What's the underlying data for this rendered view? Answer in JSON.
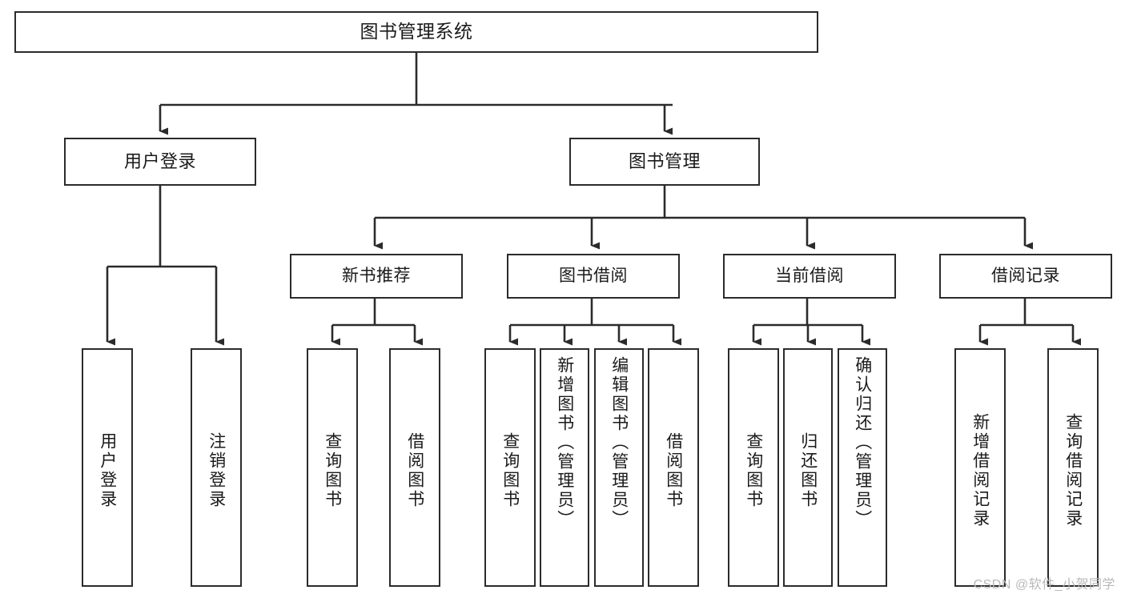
{
  "diagram": {
    "title": "图书管理系统",
    "type": "tree-hierarchy",
    "watermark": "CSDN @软件_小贺同学",
    "colors": {
      "background": "#ffffff",
      "box_border": "#2b2b2b",
      "box_fill": "#ffffff",
      "text": "#1a1a1a",
      "edge": "#2b2b2b",
      "watermark": "#b9b9b9"
    },
    "root": {
      "label": "图书管理系统",
      "orientation": "horizontal"
    },
    "level1": [
      {
        "label": "用户登录",
        "orientation": "horizontal"
      },
      {
        "label": "图书管理",
        "orientation": "horizontal"
      }
    ],
    "level2": [
      {
        "label": "新书推荐",
        "orientation": "horizontal",
        "parent": "图书管理"
      },
      {
        "label": "图书借阅",
        "orientation": "horizontal",
        "parent": "图书管理"
      },
      {
        "label": "当前借阅",
        "orientation": "horizontal",
        "parent": "图书管理"
      },
      {
        "label": "借阅记录",
        "orientation": "horizontal",
        "parent": "图书管理"
      }
    ],
    "leaves": [
      {
        "label": "用户登录",
        "orientation": "vertical",
        "parent": "用户登录"
      },
      {
        "label": "注销登录",
        "orientation": "vertical",
        "parent": "用户登录"
      },
      {
        "label": "查询图书",
        "orientation": "vertical",
        "parent": "新书推荐"
      },
      {
        "label": "借阅图书",
        "orientation": "vertical",
        "parent": "新书推荐"
      },
      {
        "label": "查询图书",
        "orientation": "vertical",
        "parent": "图书借阅"
      },
      {
        "label": "新增图书（管理员）",
        "orientation": "vertical",
        "parent": "图书借阅"
      },
      {
        "label": "编辑图书（管理员）",
        "orientation": "vertical",
        "parent": "图书借阅"
      },
      {
        "label": "借阅图书",
        "orientation": "vertical",
        "parent": "图书借阅"
      },
      {
        "label": "查询图书",
        "orientation": "vertical",
        "parent": "当前借阅"
      },
      {
        "label": "归还图书",
        "orientation": "vertical",
        "parent": "当前借阅"
      },
      {
        "label": "确认归还（管理员）",
        "orientation": "vertical",
        "parent": "当前借阅"
      },
      {
        "label": "新增借阅记录",
        "orientation": "vertical",
        "parent": "借阅记录"
      },
      {
        "label": "查询借阅记录",
        "orientation": "vertical",
        "parent": "借阅记录"
      }
    ]
  }
}
